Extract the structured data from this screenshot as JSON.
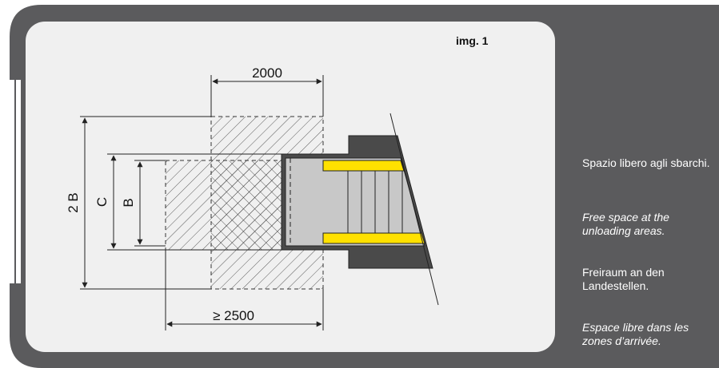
{
  "figure": {
    "label": "img. 1",
    "dimensions": {
      "top_width": "2000",
      "bottom_width": "≥ 2500",
      "outer_height": "2 B",
      "mid_height": "C",
      "inner_height": "B"
    }
  },
  "captions": [
    {
      "lang": "it",
      "text": "Spazio libero agli sbarchi."
    },
    {
      "lang": "en",
      "text": "Free space at the unloading areas."
    },
    {
      "lang": "de",
      "text": "Freiraum an den Landestellen."
    },
    {
      "lang": "fr",
      "text": "Espace libre dans les zones d’arrivée."
    }
  ],
  "colors": {
    "frame": "#5b5b5d",
    "panel": "#f0f0f0",
    "accent_yellow": "#ffe100",
    "dark_block": "#4a4a4a",
    "escalator_fill": "#c8c8c8",
    "line": "#222222"
  }
}
